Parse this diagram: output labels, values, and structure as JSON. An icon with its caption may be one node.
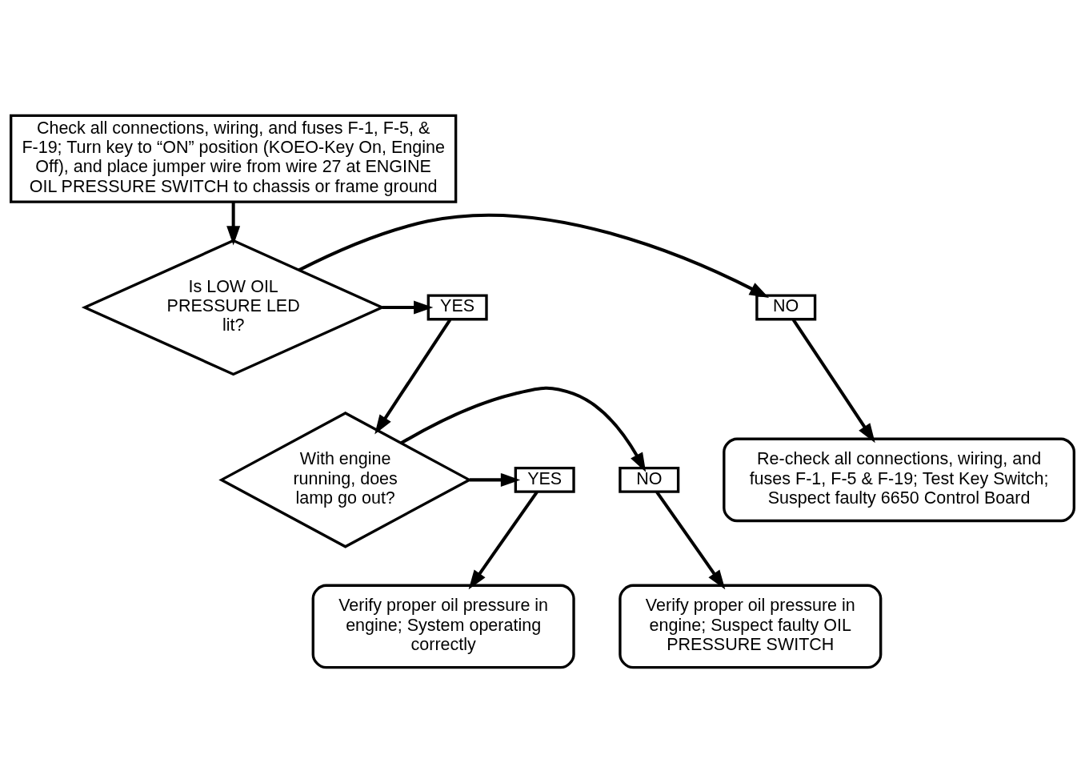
{
  "diagram": {
    "nodes": [
      {
        "text": [
          "Check all connections, wiring, and fuses F-1, F-5, & F-19; Turn key to “ON” position (KOEO-Key On, Engine Off), and place jumper wire from wire 27 at ENGINE OIL PRESSURE SWITCH to chassis or frame ground"
        ]
      },
      {
        "text": [
          "Is LOW OIL PRESSURE LED lit?"
        ]
      },
      {
        "text": [
          "YES"
        ]
      },
      {
        "text": [
          "NO"
        ]
      },
      {
        "text": [
          "With engine running, does lamp go out?"
        ]
      },
      {
        "text": [
          "NO"
        ]
      },
      {
        "text": [
          "YES"
        ]
      },
      {
        "text": [
          "Re-check all connections, wiring, and fuses F-1, F-5 & F-19; Test Key Switch; Suspect faulty 6650 Control Board"
        ]
      },
      {
        "text": [
          "Verify proper oil pressure in engine; Suspect faulty OIL PRESSURE SWITCH"
        ]
      },
      {
        "text": [
          "Verify proper oil pressure in engine; System operating correctly"
        ]
      }
    ],
    "edges": [
      {
        "from": 0,
        "to": 1,
        "arrow": "to"
      },
      {
        "from": 1,
        "to": 2,
        "arrow": "to"
      },
      {
        "from": 1,
        "to": 3,
        "arrow": "to"
      },
      {
        "from": 2,
        "to": 4,
        "arrow": "to"
      },
      {
        "from": 3,
        "to": 7,
        "arrow": "to"
      },
      {
        "from": 4,
        "to": 5,
        "arrow": "to"
      },
      {
        "from": 4,
        "to": 6,
        "arrow": "to"
      },
      {
        "from": 5,
        "to": 8,
        "arrow": "to"
      },
      {
        "from": 6,
        "to": 9,
        "arrow": "to"
      }
    ]
  }
}
